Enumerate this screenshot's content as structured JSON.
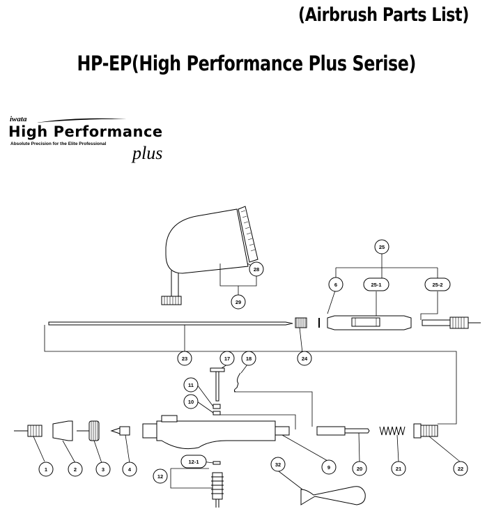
{
  "header": {
    "title": "(Airbrush Parts List)",
    "subtitle": "HP-EP(High Performance Plus Serise)"
  },
  "logo": {
    "brand": "iwata",
    "main": "High Performance",
    "tagline": "Absolute Precision for the Elite Professional",
    "plus": "plus"
  },
  "parts": [
    "1",
    "2",
    "3",
    "4",
    "6",
    "9",
    "10",
    "11",
    "12",
    "12-1",
    "17",
    "18",
    "20",
    "21",
    "22",
    "23",
    "24",
    "25",
    "25-1",
    "25-2",
    "28",
    "29",
    "32"
  ]
}
